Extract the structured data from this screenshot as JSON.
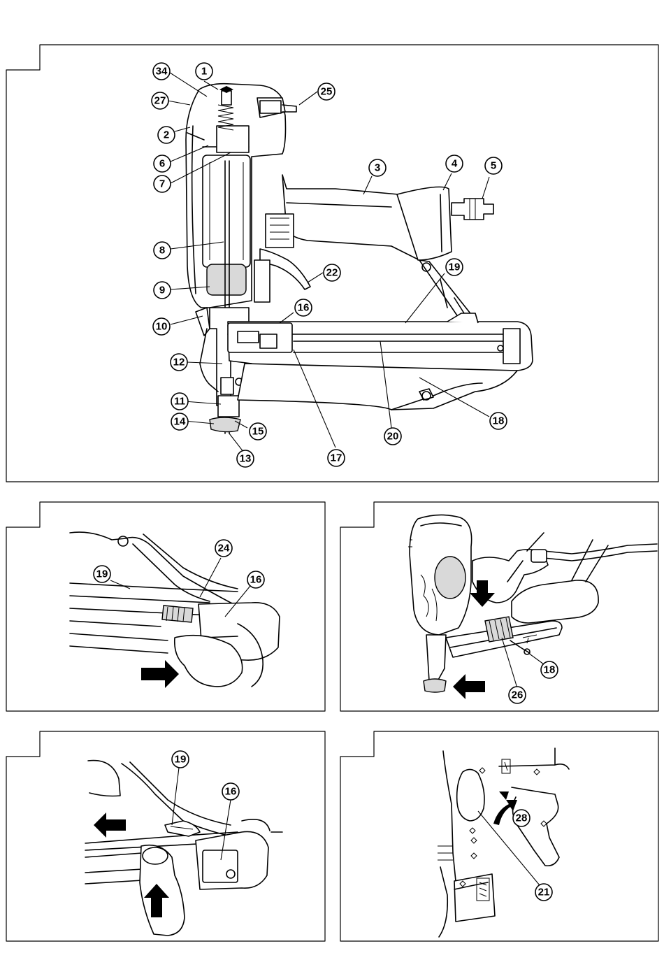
{
  "figure1": {
    "callouts": [
      "34",
      "1",
      "27",
      "25",
      "2",
      "6",
      "7",
      "3",
      "4",
      "5",
      "8",
      "22",
      "9",
      "19",
      "10",
      "16",
      "12",
      "11",
      "14",
      "15",
      "13",
      "17",
      "20",
      "18"
    ]
  },
  "figure2": {
    "callouts": [
      "24",
      "19",
      "16"
    ]
  },
  "figure3": {
    "callouts": [
      "18",
      "26"
    ]
  },
  "figure4": {
    "callouts": [
      "19",
      "16"
    ]
  },
  "figure5": {
    "callouts": [
      "28",
      "21"
    ]
  }
}
